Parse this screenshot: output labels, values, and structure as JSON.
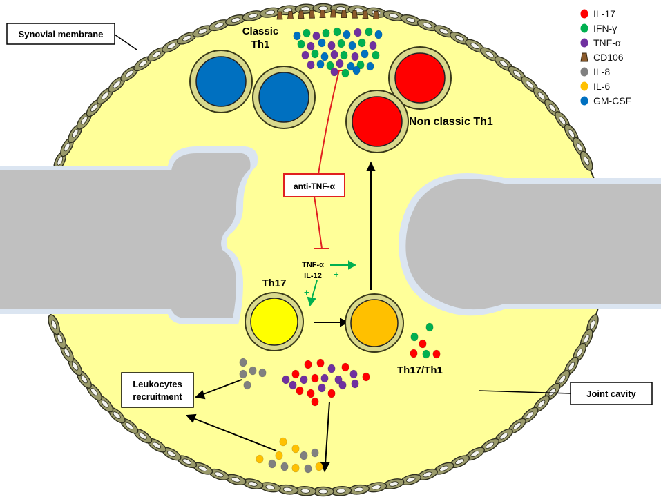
{
  "labels": {
    "synovial_membrane": "Synovial membrane",
    "classic_th1_line1": "Classic",
    "classic_th1_line2": "Th1",
    "non_classic_th1": "Non classic Th1",
    "anti_tnf": "anti-TNF-α",
    "signal_tnf": "TNF-α",
    "signal_il12": "IL-12",
    "plus_sign": "+",
    "th17": "Th17",
    "th17_th1": "Th17/Th1",
    "leukocytes_line1": "Leukocytes",
    "leukocytes_line2": "recruitment",
    "joint_cavity": "Joint cavity"
  },
  "legend": [
    {
      "label": "IL-17",
      "color": "#ff0000",
      "shape": "circle"
    },
    {
      "label": "IFN-γ",
      "color": "#00b050",
      "shape": "circle"
    },
    {
      "label": "TNF-α",
      "color": "#7030a0",
      "shape": "circle"
    },
    {
      "label": "CD106",
      "color": "#8b5a2b",
      "shape": "trapezoid"
    },
    {
      "label": "IL-8",
      "color": "#808080",
      "shape": "circle"
    },
    {
      "label": "IL-6",
      "color": "#ffc000",
      "shape": "circle"
    },
    {
      "label": "GM-CSF",
      "color": "#0070c0",
      "shape": "circle"
    }
  ],
  "colors": {
    "cavity_fill": "#ffff99",
    "membrane_cell": "#9a9a6a",
    "bone": "#c0c0c0",
    "cartilage": "#dbe5f1",
    "classic_th1": "#0070c0",
    "non_classic_th1": "#ff0000",
    "th17": "#ffff00",
    "th17_th1": "#ffc000",
    "cell_ring": "#d9d98c",
    "inhibit": "#e02020",
    "promote": "#00b050"
  }
}
